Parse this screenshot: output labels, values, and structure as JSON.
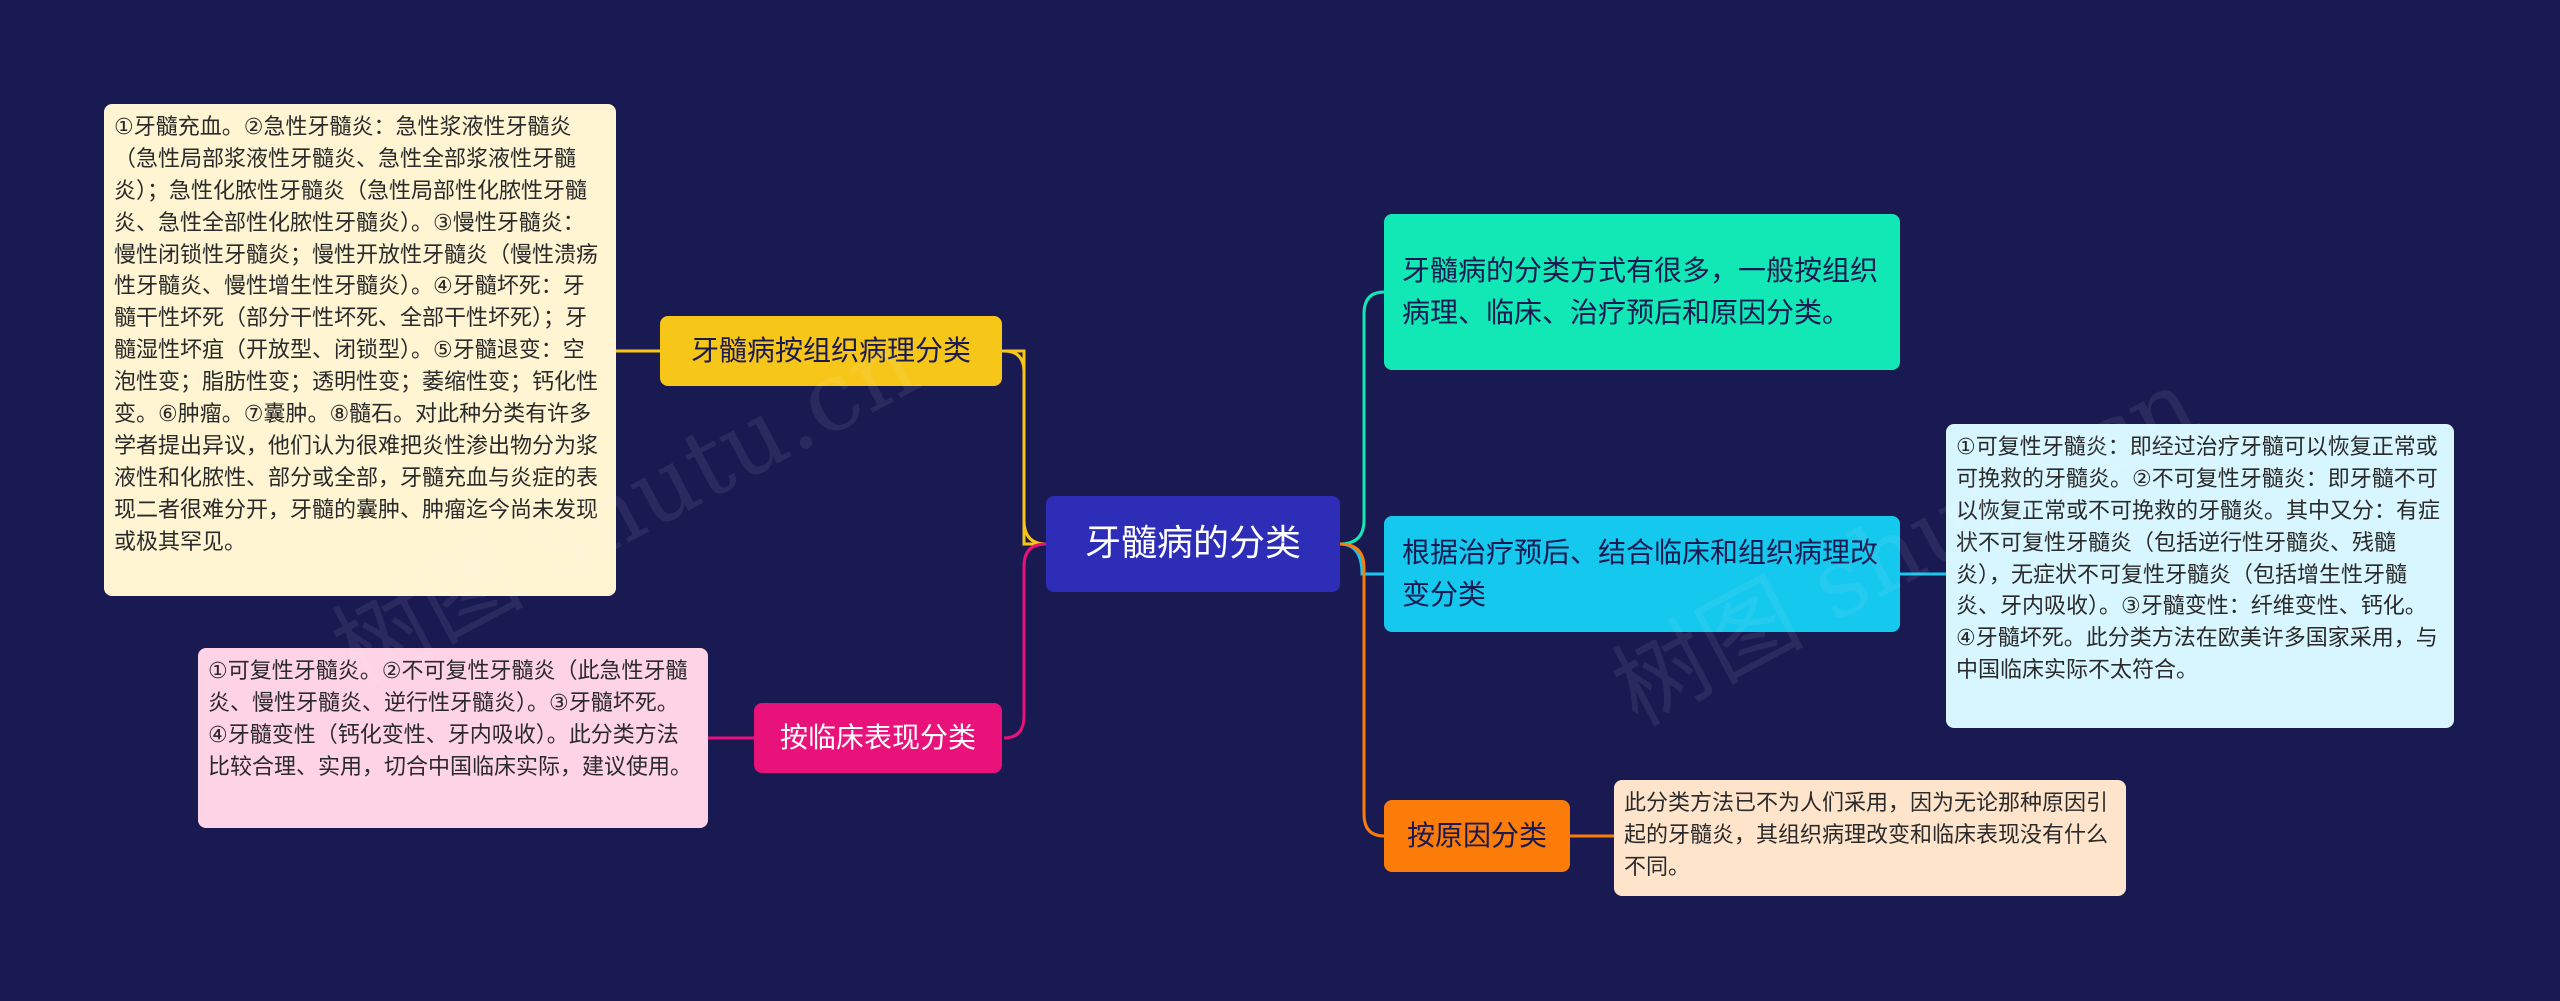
{
  "mindmap": {
    "center": "牙髓病的分类",
    "branches": {
      "pathology": "牙髓病按组织病理分类",
      "clinical": "按临床表现分类",
      "overview": "牙髓病的分类方式有很多，一般按组织病理、临床、治疗预后和原因分类。",
      "prognosis": "根据治疗预后、结合临床和组织病理改变分类",
      "cause": "按原因分类"
    },
    "leaves": {
      "pathology": "①牙髓充血。②急性牙髓炎：急性浆液性牙髓炎（急性局部浆液性牙髓炎、急性全部浆液性牙髓炎）；急性化脓性牙髓炎（急性局部性化脓性牙髓炎、急性全部性化脓性牙髓炎）。③慢性牙髓炎：慢性闭锁性牙髓炎；慢性开放性牙髓炎（慢性溃疡性牙髓炎、慢性增生性牙髓炎）。④牙髓坏死：牙髓干性坏死（部分干性坏死、全部干性坏死）；牙髓湿性坏疽（开放型、闭锁型）。⑤牙髓退变：空泡性变；脂肪性变；透明性变；萎缩性变；钙化性变。⑥肿瘤。⑦囊肿。⑧髓石。对此种分类有许多学者提出异议，他们认为很难把炎性渗出物分为浆液性和化脓性、部分或全部，牙髓充血与炎症的表现二者很难分开，牙髓的囊肿、肿瘤迄今尚未发现或极其罕见。",
      "clinical": "①可复性牙髓炎。②不可复性牙髓炎（此急性牙髓炎、慢性牙髓炎、逆行性牙髓炎）。③牙髓坏死。④牙髓变性（钙化变性、牙内吸收）。此分类方法比较合理、实用，切合中国临床实际，建议使用。",
      "prognosis": "①可复性牙髓炎：即经过治疗牙髓可以恢复正常或可挽救的牙髓炎。②不可复性牙髓炎：即牙髓不可以恢复正常或不可挽救的牙髓炎。其中又分：有症状不可复性牙髓炎（包括逆行性牙髓炎、残髓炎），无症状不可复性牙髓炎（包括增生性牙髓炎、牙内吸收）。③牙髓变性：纤维变性、钙化。④牙髓坏死。此分类方法在欧美许多国家采用，与中国临床实际不太符合。",
      "cause": "此分类方法已不为人们采用，因为无论那种原因引起的牙髓炎，其组织病理改变和临床表现没有什么不同。"
    },
    "colors": {
      "background": "#1a1a52",
      "center": "#2e2db8",
      "pathology": "#f6c619",
      "clinical": "#e8127a",
      "overview": "#11e8b6",
      "prognosis": "#14c8ee",
      "cause": "#fb7c08"
    },
    "watermark": "树图 shutu.cn"
  }
}
